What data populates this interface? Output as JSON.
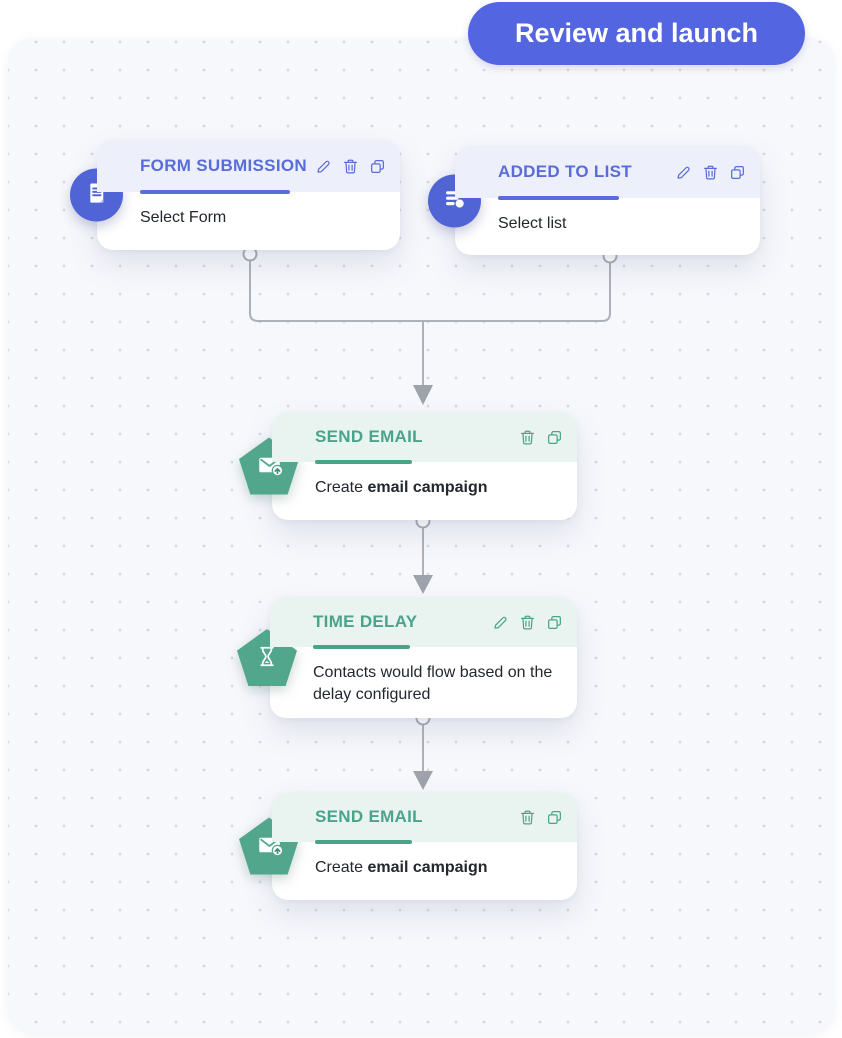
{
  "toolbar": {
    "review_button_label": "Review and launch"
  },
  "canvas": {
    "nodes": [
      {
        "title": "FORM SUBMISSION",
        "body": "Select Form",
        "icon": "form-document-icon",
        "theme": "blue",
        "actions": [
          "edit",
          "delete",
          "duplicate"
        ]
      },
      {
        "title": "ADDED TO LIST",
        "body": "Select list",
        "icon": "contact-list-icon",
        "theme": "blue",
        "actions": [
          "edit",
          "delete",
          "duplicate"
        ]
      },
      {
        "title": "SEND EMAIL",
        "body_prefix": "Create ",
        "body_bold": "email campaign",
        "icon": "send-email-icon",
        "theme": "green",
        "actions": [
          "delete",
          "duplicate"
        ]
      },
      {
        "title": "TIME DELAY",
        "body": "Contacts would flow based on the delay configured",
        "icon": "hourglass-icon",
        "theme": "green",
        "actions": [
          "edit",
          "delete",
          "duplicate"
        ]
      },
      {
        "title": "SEND EMAIL",
        "body_prefix": "Create ",
        "body_bold": "email campaign",
        "icon": "send-email-icon",
        "theme": "green",
        "actions": [
          "delete",
          "duplicate"
        ]
      }
    ]
  },
  "colors": {
    "primary_button": "#5365E1",
    "blue_node_accent": "#5A6CD8",
    "blue_node_header_bg": "#EDEFFA",
    "blue_badge_bg": "#5164D6",
    "green_node_accent": "#4AA38A",
    "green_node_header_bg": "#E9F4F0",
    "green_badge_bg": "#52A68C",
    "canvas_bg": "#F7F8FC",
    "connector_gray": "#A8ACB4",
    "body_text": "#23272E"
  }
}
